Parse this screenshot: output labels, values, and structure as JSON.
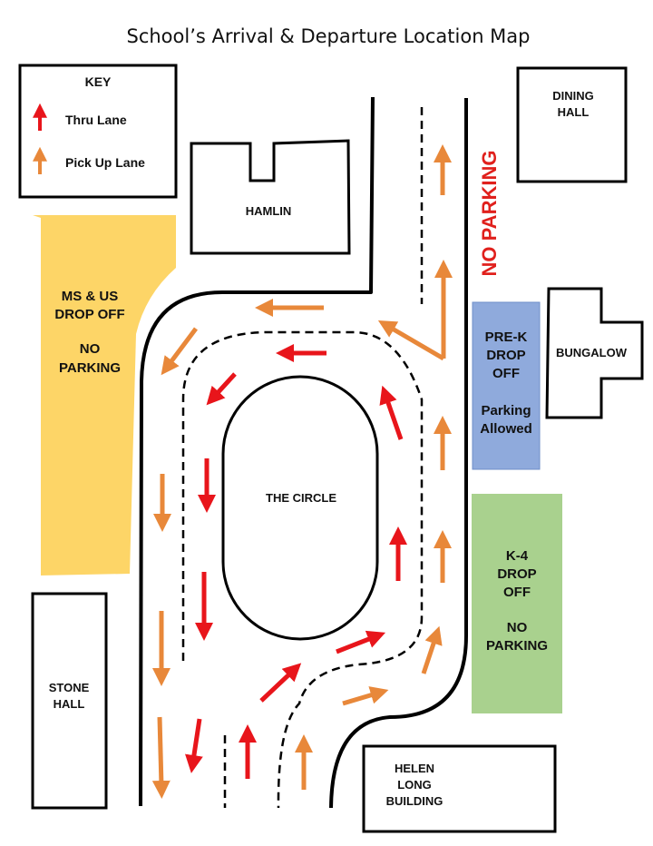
{
  "title": "School’s Arrival & Departure Location Map",
  "key": {
    "heading": "KEY",
    "thru_label": "Thru Lane",
    "pickup_label": "Pick Up Lane"
  },
  "colors": {
    "thru_arrow": "#e8151b",
    "pickup_arrow": "#e8883a",
    "ms_us_zone": "#fdd567",
    "prek_zone": "#8faadc",
    "k4_zone": "#a9d18e",
    "no_parking_text": "#e0201c"
  },
  "buildings": {
    "hamlin": "HAMLIN",
    "dining": [
      "DINING",
      "HALL"
    ],
    "bungalow": "BUNGALOW",
    "stone": [
      "STONE",
      "HALL"
    ],
    "helen": [
      "HELEN",
      "LONG",
      "BUILDING"
    ],
    "circle": "THE CIRCLE"
  },
  "zones": {
    "ms_us": [
      "MS & US",
      "DROP OFF",
      "NO",
      "PARKING"
    ],
    "prek": [
      "PRE-K",
      "DROP",
      "OFF",
      "Parking",
      "Allowed"
    ],
    "k4": [
      "K-4",
      "DROP",
      "OFF",
      "NO",
      "PARKING"
    ]
  },
  "no_parking_sign": "NO PARKING"
}
